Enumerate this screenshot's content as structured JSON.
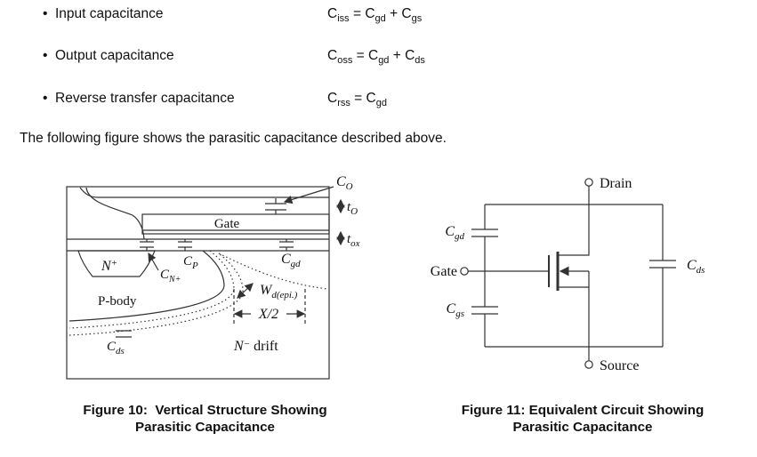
{
  "bullet_char": "•",
  "bullets": [
    {
      "label": "Input capacitance",
      "f": [
        "C",
        "iss",
        " = C",
        "gd",
        " + C",
        "gs"
      ]
    },
    {
      "label": "Output capacitance",
      "f": [
        "C",
        "oss",
        " = C",
        "gd",
        " + C",
        "ds"
      ]
    },
    {
      "label": "Reverse transfer capacitance",
      "f": [
        "C",
        "rss",
        " = C",
        "gd"
      ]
    }
  ],
  "paragraph": "The following figure shows the parasitic capacitance described above.",
  "fig10": {
    "gate": "Gate",
    "co": {
      "m": "C",
      "s": "O"
    },
    "to": {
      "m": "t",
      "s": "O"
    },
    "tox": {
      "m": "t",
      "s": "ox"
    },
    "nplus": {
      "m": "N",
      "s": "+"
    },
    "cn": {
      "m": "C",
      "s": "N+"
    },
    "cp": {
      "m": "C",
      "s": "P"
    },
    "cgd": {
      "m": "C",
      "s": "gd"
    },
    "pbody": "P-body",
    "wd": {
      "m": "W",
      "s": "d(epi.)"
    },
    "xhalf": "X/2",
    "cds": {
      "m": "C",
      "s": "ds"
    },
    "ndrift": {
      "m": "N",
      "s": "−",
      "t": " drift"
    },
    "caption1": "Figure 10:  Vertical Structure Showing",
    "caption2": "Parasitic Capacitance"
  },
  "fig11": {
    "drain": "Drain",
    "gate": "Gate",
    "source": "Source",
    "cgd": {
      "m": "C",
      "s": "gd"
    },
    "cgs": {
      "m": "C",
      "s": "gs"
    },
    "cds": {
      "m": "C",
      "s": "ds"
    },
    "caption1": "Figure 11: Equivalent Circuit Showing",
    "caption2": "Parasitic Capacitance"
  }
}
